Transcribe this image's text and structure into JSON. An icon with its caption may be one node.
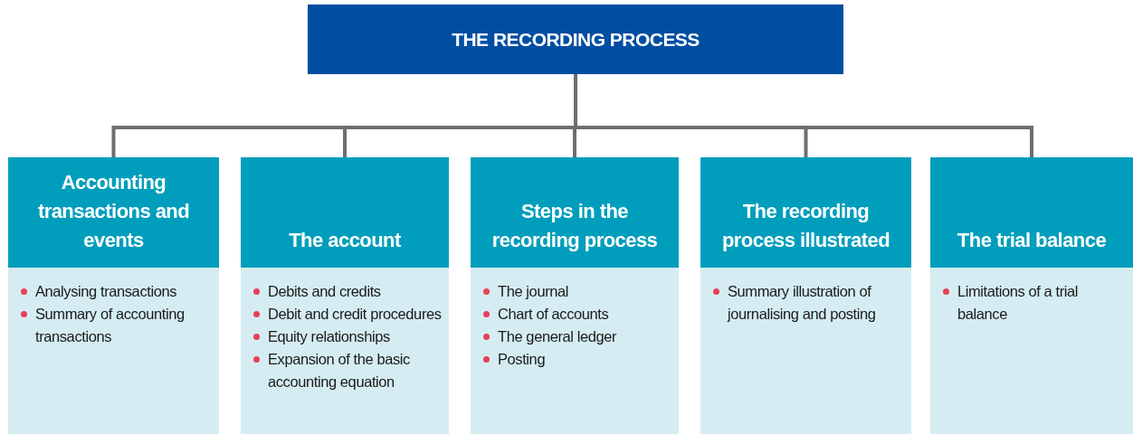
{
  "diagram": {
    "nodes": [
      {
        "text": [
          "THE RECORDING PROCESS"
        ]
      },
      {
        "text": [
          "Accounting transactions and events",
          "Analysing transactions",
          "Summary of accounting transactions"
        ]
      },
      {
        "text": [
          "The account",
          "Debits and credits",
          "Debit and credit procedures",
          "Equity relationships",
          "Expansion of the basic accounting equation"
        ]
      },
      {
        "text": [
          "Steps in the recording process",
          "The journal",
          "Chart of accounts",
          "The general ledger",
          "Posting"
        ]
      },
      {
        "text": [
          "The recording process illustrated",
          "Summary illustration of journalising and posting"
        ]
      },
      {
        "text": [
          "The trial balance",
          "Limitations of a trial balance"
        ]
      }
    ],
    "edges": [
      {
        "from": 0,
        "to": 1,
        "arrow": "none"
      },
      {
        "from": 0,
        "to": 2,
        "arrow": "none"
      },
      {
        "from": 0,
        "to": 3,
        "arrow": "none"
      },
      {
        "from": 0,
        "to": 4,
        "arrow": "none"
      },
      {
        "from": 0,
        "to": 5,
        "arrow": "none"
      }
    ]
  }
}
